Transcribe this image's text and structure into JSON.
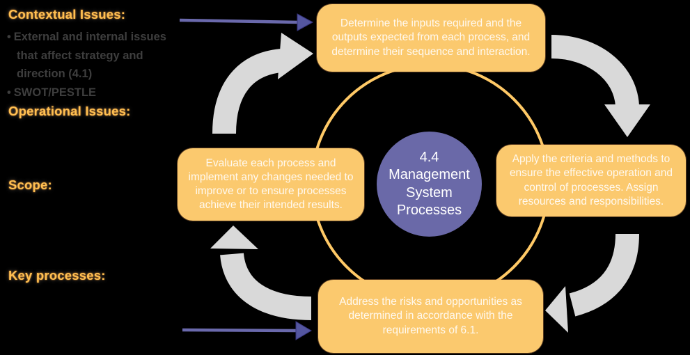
{
  "title": "4.4 Management System Processes",
  "colors": {
    "background": "#000000",
    "box_fill": "#FBC96E",
    "box_text": "#FFF9EF",
    "circle_fill": "#6A69A8",
    "circle_text": "#FFFFFF",
    "ring": "#FFC966",
    "gray_arrow": "#D9D9D9",
    "purple_arrow": "#6A69AC",
    "purple_arrowhead": "#5456A0",
    "heading_text": "#FFC052",
    "bullet_text": "#3E3E3E"
  },
  "left_panel": {
    "contextual_heading": "Contextual Issues:",
    "bullet_1": "External and internal issues that affect strategy and direction (4.1)",
    "bullet_2": "SWOT/PESTLE",
    "operational_heading": "Operational Issues:",
    "scope_heading": "Scope:",
    "key_processes_heading": "Key processes:"
  },
  "cycle": {
    "center": {
      "line1": "4.4",
      "line2": "Management",
      "line3": "System",
      "line4": "Processes"
    },
    "top_box": "Determine the inputs required and the outputs expected from each process, and determine their sequence and interaction.",
    "right_box": "Apply the criteria and methods to ensure the effective operation and control of processes. Assign resources and responsibilities.",
    "bottom_box": "Address the risks and opportunities as determined in accordance with the requirements of 6.1.",
    "left_box": "Evaluate each process and implement any changes needed to improve or to ensure processes achieve their intended results."
  }
}
